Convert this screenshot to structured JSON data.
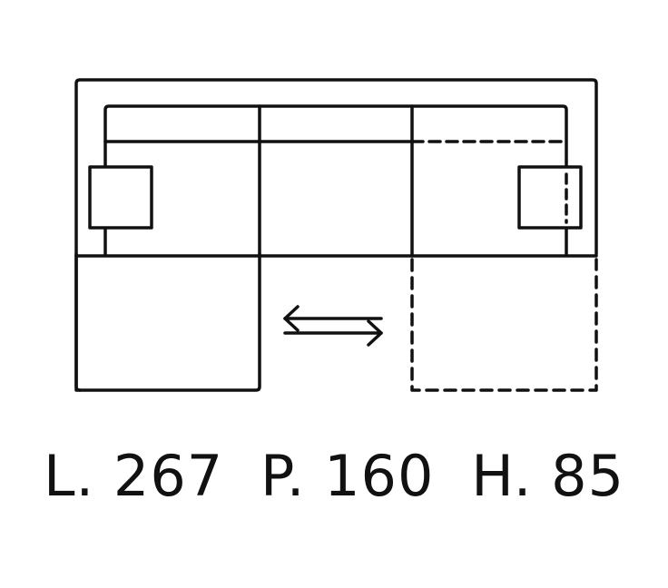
{
  "dimensions": {
    "length": "L. 267",
    "depth": "P. 160",
    "height": "H. 85"
  },
  "icons": {
    "swap": "swap-arrows-icon"
  },
  "colors": {
    "stroke": "#111111",
    "background": "#ffffff"
  }
}
